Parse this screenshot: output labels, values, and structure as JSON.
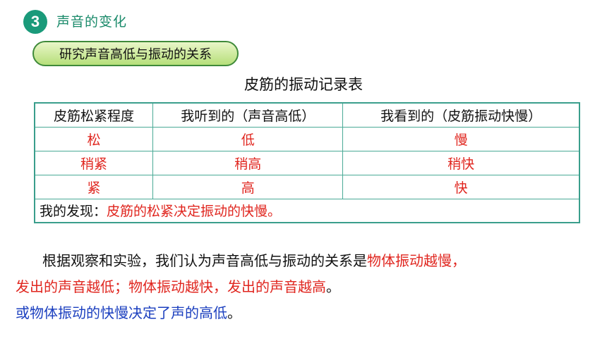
{
  "section": {
    "number": "3",
    "title": "声音的变化"
  },
  "topic_label": "研究声音高低与振动的关系",
  "table": {
    "caption": "皮筋的振动记录表",
    "headers": [
      "皮筋松紧程度",
      "我听到的（声音高低）",
      "我看到的（皮筋振动快慢）"
    ],
    "rows": [
      [
        "松",
        "低",
        "慢"
      ],
      [
        "稍紧",
        "稍高",
        "稍快"
      ],
      [
        "紧",
        "高",
        "快"
      ]
    ],
    "finding_label": "我的发现：",
    "finding_text": "皮筋的松紧决定振动的快慢。"
  },
  "conclusion": {
    "lead": "根据观察和实验，我们认为声音高低与振动的关系是",
    "red_part1": "物体振动越慢，",
    "red_part2": "发出的声音越低；物体振动越快，发出的声音越高",
    "end_punct": "。",
    "blue_line": "或物体振动的快慢决定了声的高低",
    "blue_end": "。"
  },
  "colors": {
    "accent": "#1a9a7a",
    "red": "#e0261f",
    "blue": "#1b3fbf",
    "pill": "#b6df7a",
    "table_border": "#3a9e8c"
  }
}
